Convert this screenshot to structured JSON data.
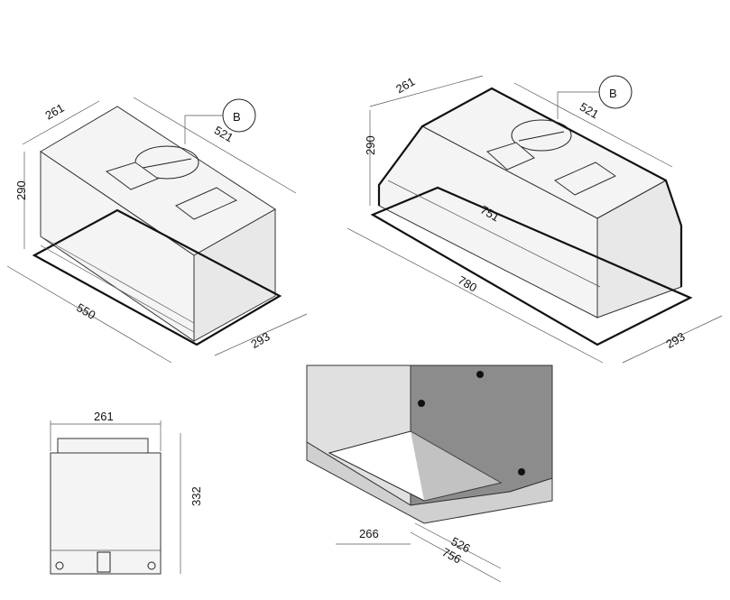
{
  "hood_short": {
    "depth": "261",
    "length": "521",
    "height": "290",
    "width_total": "550",
    "depth_total": "293",
    "callout": "B"
  },
  "hood_long": {
    "depth": "261",
    "length": "521",
    "height": "290",
    "inner_length": "751",
    "width_total": "780",
    "depth_total": "293",
    "callout": "B"
  },
  "side_view": {
    "width": "261",
    "height": "332"
  },
  "cutout_view": {
    "depth": "266",
    "width_min": "526",
    "width_max": "756"
  },
  "colors": {
    "line": "#222222",
    "wall": "#b5b5b5",
    "cabinet": "#8c8c8c"
  }
}
